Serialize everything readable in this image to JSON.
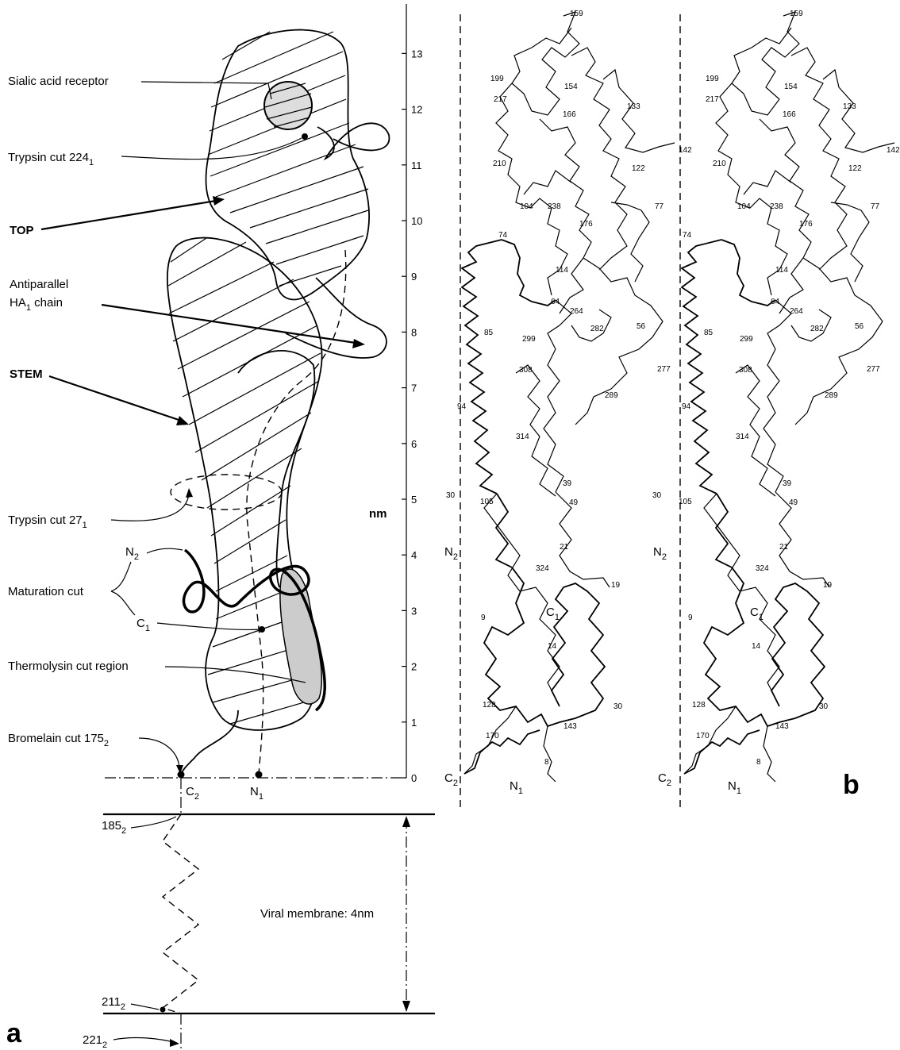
{
  "panel_a": {
    "label": "a",
    "labels": {
      "sialic": "Sialic acid receptor",
      "trypsin224_main": "Trypsin cut 224",
      "trypsin224_sub": "1",
      "top": "TOP",
      "antiparallel_1": "Antiparallel",
      "antiparallel_2_main": "HA",
      "antiparallel_2_sub": "1",
      "antiparallel_2_tail": " chain",
      "stem": "STEM",
      "trypsin27_main": "Trypsin cut 27",
      "trypsin27_sub": "1",
      "maturation": "Maturation cut",
      "n2_main": "N",
      "n2_sub": "2",
      "c1_main": "C",
      "c1_sub": "1",
      "thermolysin": "Thermolysin cut region",
      "bromelain_main": "Bromelain cut 175",
      "bromelain_sub": "2",
      "c2_main": "C",
      "c2_sub": "2",
      "n1_main": "N",
      "n1_sub": "1",
      "r185_main": "185",
      "r185_sub": "2",
      "r211_main": "211",
      "r211_sub": "2",
      "r221_main": "221",
      "r221_sub": "2",
      "membrane": "Viral membrane: 4nm"
    },
    "scale": {
      "unit": "nm",
      "ticks": [
        "0",
        "1",
        "2",
        "3",
        "4",
        "5",
        "6",
        "7",
        "8",
        "9",
        "10",
        "11",
        "12",
        "13"
      ]
    }
  },
  "panel_b": {
    "label": "b",
    "termini": {
      "n2_main": "N",
      "n2_sub": "2",
      "c1_main": "C",
      "c1_sub": "1",
      "c2_main": "C",
      "c2_sub": "2",
      "n1_main": "N",
      "n1_sub": "1"
    },
    "residue_labels": [
      "159",
      "199",
      "154",
      "217",
      "166",
      "133",
      "142",
      "210",
      "122",
      "104",
      "238",
      "176",
      "77",
      "74",
      "114",
      "264",
      "64",
      "85",
      "299",
      "282",
      "56",
      "308",
      "277",
      "289",
      "94",
      "314",
      "39",
      "30",
      "105",
      "49",
      "21",
      "324",
      "19",
      "9",
      "14",
      "128",
      "30",
      "170",
      "143",
      "8"
    ]
  }
}
